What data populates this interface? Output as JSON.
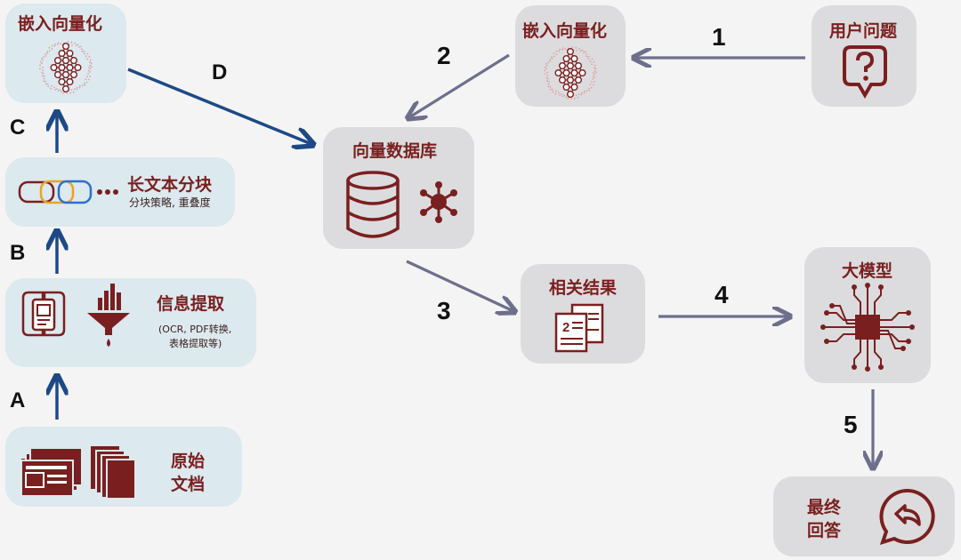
{
  "left_pipeline": {
    "source_docs": "原始文档",
    "extraction": {
      "title": "信息提取",
      "note_line1": "(OCR, PDF转换,",
      "note_line2": "表格提取等)"
    },
    "chunking": {
      "title": "长文本分块",
      "note": "分块策略, 重叠度"
    },
    "embedding": "嵌入向量化",
    "steps": [
      "A",
      "B",
      "C",
      "D"
    ]
  },
  "vector_db": "向量数据库",
  "query_flow": {
    "user_question": "用户问题",
    "embedding": "嵌入向量化",
    "results": "相关结果",
    "llm": "大模型",
    "final_answer_line1": "最终",
    "final_answer_line2": "回答",
    "steps": [
      "1",
      "2",
      "3",
      "4",
      "5"
    ]
  },
  "colors": {
    "blue_box": "#dce9ee",
    "gray_box": "#dcdcde",
    "accent": "#7a1f1f",
    "blue_arrow": "#1d4a86",
    "gray_arrow": "#6e6f8c"
  },
  "icons": [
    "neural-net-icon",
    "chunks-icon",
    "scan-doc-icon",
    "funnel-icon",
    "documents-icon",
    "database-icon",
    "graph-node-icon",
    "question-bubble-icon",
    "result-pages-icon",
    "chip-icon",
    "answer-bubble-icon"
  ]
}
